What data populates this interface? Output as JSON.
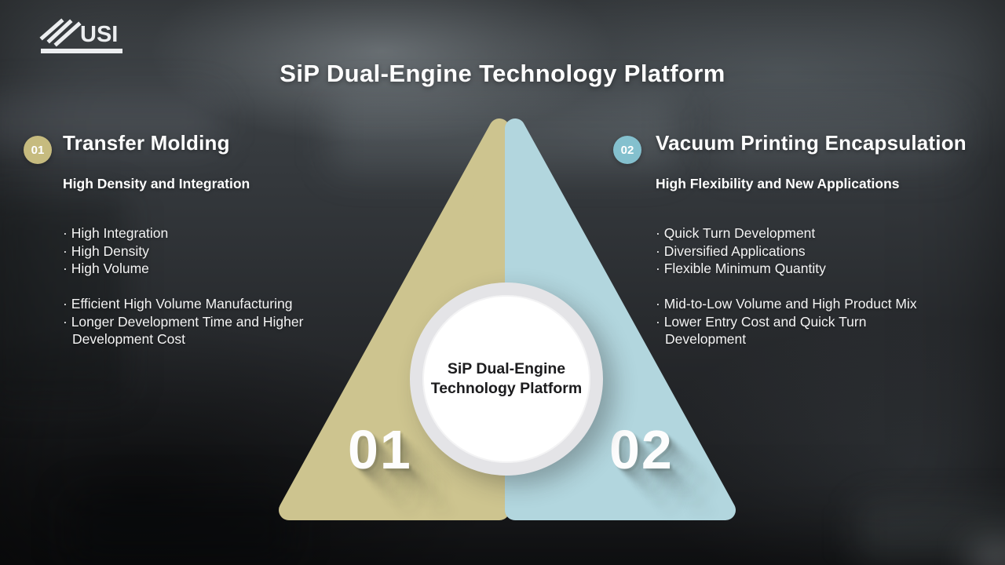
{
  "logo": {
    "text": "USI"
  },
  "title": "SiP Dual-Engine Technology Platform",
  "center_circle": {
    "line1": "SiP Dual-Engine",
    "line2": "Technology Platform"
  },
  "left_panel": {
    "badge": "01",
    "heading": "Transfer Molding",
    "subheading": "High Density and Integration",
    "bullets_primary": [
      "· High Integration",
      "· High Density",
      "· High Volume"
    ],
    "bullets_secondary": [
      "· Efficient High Volume Manufacturing",
      "· Longer Development Time and Higher Development Cost"
    ],
    "big_number": "01",
    "accent_color": "#cdc48f",
    "badge_color": "#c6bb7f"
  },
  "right_panel": {
    "badge": "02",
    "heading": "Vacuum Printing Encapsulation",
    "subheading": "High Flexibility and New Applications",
    "bullets_primary": [
      "· Quick Turn Development",
      "· Diversified Applications",
      "· Flexible Minimum Quantity"
    ],
    "bullets_secondary": [
      "· Mid-to-Low Volume and High Product Mix",
      "· Lower Entry Cost and Quick Turn Development"
    ],
    "big_number": "02",
    "accent_color": "#b2d6de",
    "badge_color": "#84c0ce"
  }
}
